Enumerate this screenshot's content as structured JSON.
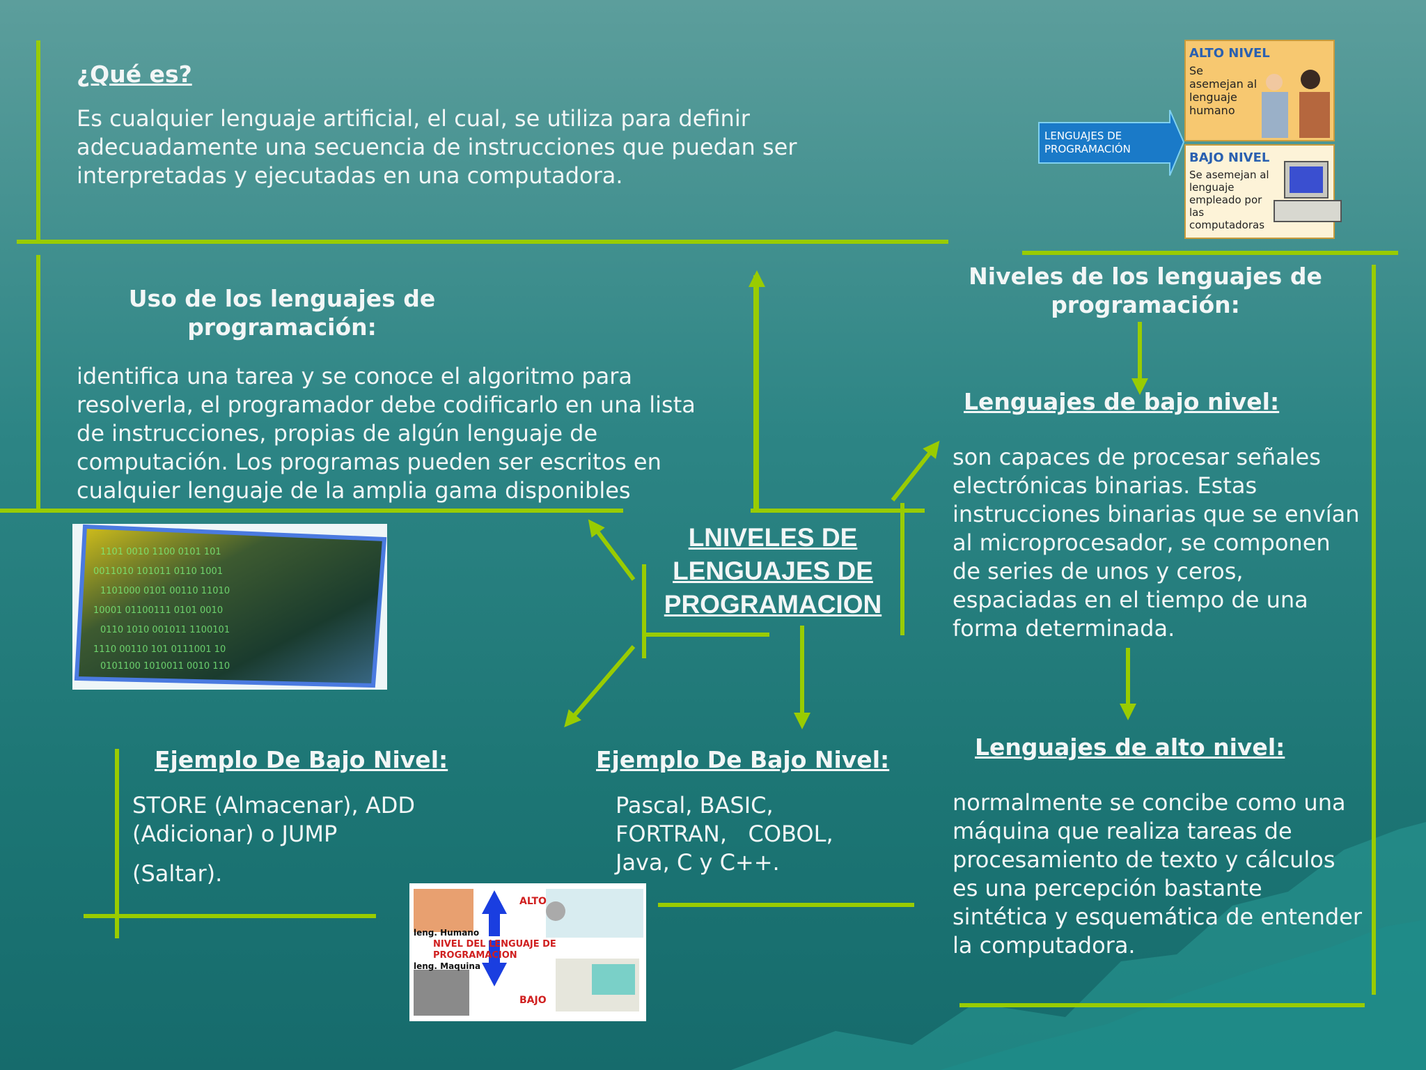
{
  "que_es": {
    "heading": "¿Qué es?",
    "body": "Es cualquier lenguaje artificial, el cual, se utiliza para definir adecuadamente una secuencia de instrucciones que puedan ser interpretadas y ejecutadas en una computadora."
  },
  "uso": {
    "heading": "Uso de los lenguajes de programación:",
    "body": "identifica una tarea y se conoce el algoritmo para resolverla, el programador debe codificarlo en una lista de instrucciones, propias de algún lenguaje de computación. Los programas pueden ser escritos en cualquier lenguaje de la amplia gama disponibles"
  },
  "center": {
    "title": "LNIVELES DE LENGUAJES DE PROGRAMACION"
  },
  "niveles": {
    "heading": "Niveles de los lenguajes de programación:"
  },
  "bajo_nivel": {
    "heading": "Lenguajes de bajo nivel:",
    "body": "son capaces de procesar señales electrónicas binarias. Estas instrucciones binarias que se envían al microprocesador, se componen de series de unos y ceros, espaciadas en el tiempo de una forma determinada."
  },
  "alto_nivel": {
    "heading": "Lenguajes de alto nivel:",
    "body": "normalmente se concibe como una máquina que realiza tareas de procesamiento de texto y cálculos es una percepción bastante sintética y esquemática de entender la computadora."
  },
  "ejemplo_bajo": {
    "heading": "Ejemplo De Bajo Nivel:",
    "body_line1": "STORE (Almacenar), ADD (Adicionar) o JUMP",
    "body_line2": "(Saltar)."
  },
  "ejemplo_alto": {
    "heading": "Ejemplo De Bajo Nivel:",
    "body": "Pascal, BASIC, FORTRAN,   COBOL, Java, C y C++."
  },
  "top_image": {
    "arrow_label": "LENGUAJES DE PROGRAMACIÓN",
    "alto_title": "ALTO NIVEL",
    "alto_text": "Se asemejan al lenguaje humano",
    "bajo_title": "BAJO NIVEL",
    "bajo_text": "Se asemejan al lenguaje empleado por las computadoras"
  },
  "bottom_image": {
    "alto": "ALTO",
    "bajo": "BAJO",
    "humano": "leng. Humano",
    "maquina": "leng. Maquina",
    "title": "NIVEL DEL LENGUAJE DE PROGRAMACION"
  },
  "colors": {
    "accent": "#99cc00",
    "text": "#f2f6f6",
    "background": "#2d8585"
  }
}
